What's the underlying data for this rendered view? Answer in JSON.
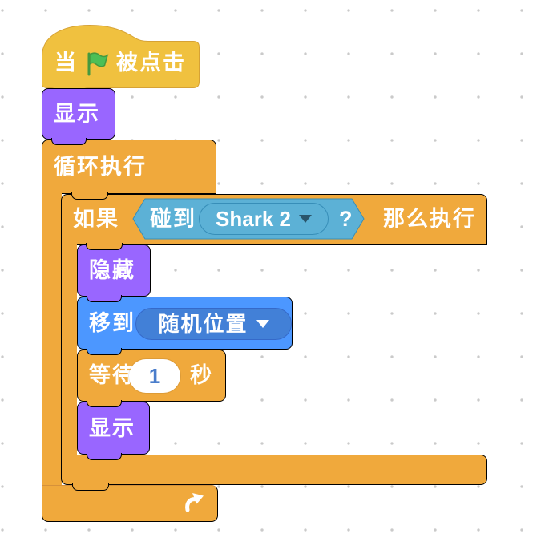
{
  "app": "scratch-blocks-workspace",
  "colors": {
    "events_fill": "#F0C13F",
    "events_border": "#D6A235",
    "control_fill": "#F0A93C",
    "control_border": "#D6913A",
    "looks_fill": "#9966FF",
    "looks_border": "#7A4FD1",
    "motion_fill": "#4C97FF",
    "motion_border": "#3A76CF",
    "motion_field": "#4280D7",
    "motion_field_border": "#3569C9",
    "sensing_fill": "#5CB1D6",
    "sensing_border": "#378EB8",
    "field_white": "#FFFFFF",
    "number_text": "#4A7DCB",
    "caret_dark": "#2A556B",
    "flag_green": "#4CBF56",
    "flag_green_border": "#45993F",
    "text": "#FFFFFF",
    "dot": "#CACACA"
  },
  "blocks": {
    "when_flag_clicked": {
      "text_before": "当",
      "icon": "green-flag",
      "text_after": "被点击"
    },
    "show_1": {
      "label": "显示"
    },
    "forever": {
      "label": "循环执行"
    },
    "if_then": {
      "if_label": "如果",
      "then_label": "那么执行"
    },
    "touching": {
      "label": "碰到",
      "menu_value": "Shark 2",
      "question_mark": "?"
    },
    "hide": {
      "label": "隐藏"
    },
    "go_to": {
      "label": "移到",
      "menu_value": "随机位置"
    },
    "wait": {
      "label_before": "等待",
      "value": "1",
      "label_after": "秒"
    },
    "show_2": {
      "label": "显示"
    }
  }
}
